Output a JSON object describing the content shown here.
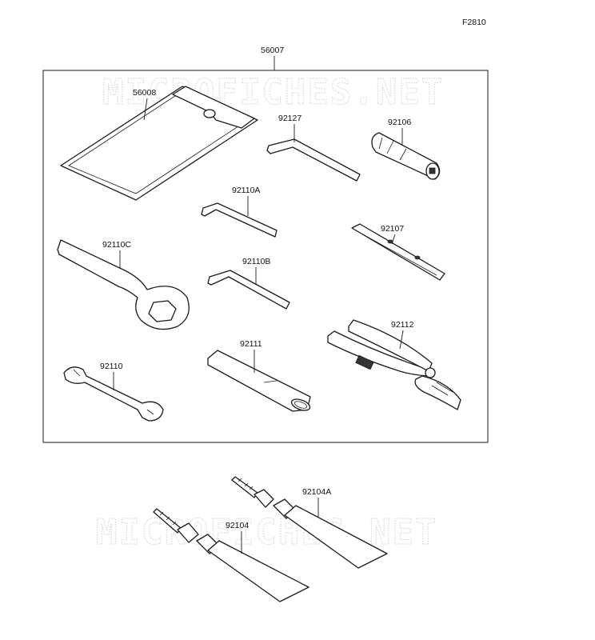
{
  "figure_code": "F2810",
  "watermark": "MICROFICHES.NET",
  "kit_label": "56007",
  "parts": {
    "p56008": "56008",
    "p92127": "92127",
    "p92106": "92106",
    "p92110A": "92110A",
    "p92107": "92107",
    "p92110C": "92110C",
    "p92110B": "92110B",
    "p92112": "92112",
    "p92111": "92111",
    "p92110": "92110",
    "p92104A": "92104A",
    "p92104": "92104"
  }
}
